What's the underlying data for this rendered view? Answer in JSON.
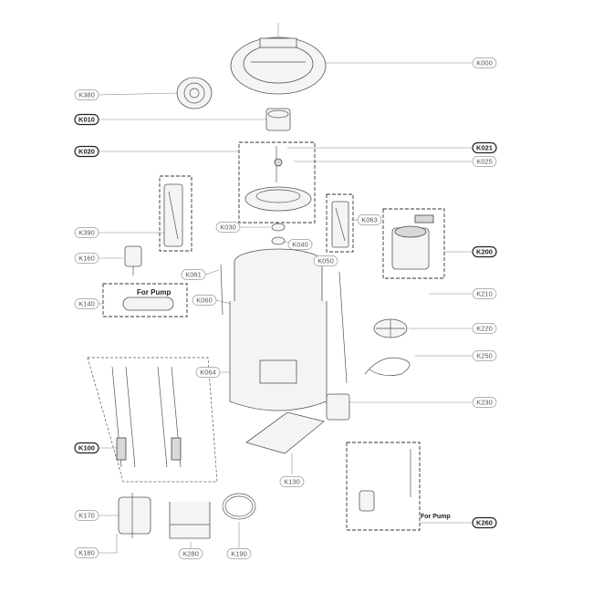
{
  "callouts": [
    {
      "id": "K000",
      "label": "K000",
      "emphasis": false
    },
    {
      "id": "K380",
      "label": "K380",
      "emphasis": false
    },
    {
      "id": "K010",
      "label": "K010",
      "emphasis": true
    },
    {
      "id": "K020",
      "label": "K020",
      "emphasis": true
    },
    {
      "id": "K021",
      "label": "K021",
      "emphasis": true
    },
    {
      "id": "K025",
      "label": "K025",
      "emphasis": false
    },
    {
      "id": "K030",
      "label": "K030",
      "emphasis": false
    },
    {
      "id": "K063",
      "label": "K063",
      "emphasis": false
    },
    {
      "id": "K390",
      "label": "K390",
      "emphasis": false
    },
    {
      "id": "K040",
      "label": "K040",
      "emphasis": false
    },
    {
      "id": "K200",
      "label": "K200",
      "emphasis": true
    },
    {
      "id": "K160",
      "label": "K160",
      "emphasis": false
    },
    {
      "id": "K050",
      "label": "K050",
      "emphasis": false
    },
    {
      "id": "K061",
      "label": "K061",
      "emphasis": false
    },
    {
      "id": "K210",
      "label": "K210",
      "emphasis": false
    },
    {
      "id": "K140",
      "label": "K140",
      "emphasis": false
    },
    {
      "id": "K060",
      "label": "K060",
      "emphasis": false
    },
    {
      "id": "K220",
      "label": "K220",
      "emphasis": false
    },
    {
      "id": "K250",
      "label": "K250",
      "emphasis": false
    },
    {
      "id": "K064",
      "label": "K064",
      "emphasis": false
    },
    {
      "id": "K230",
      "label": "K230",
      "emphasis": false
    },
    {
      "id": "K100",
      "label": "K100",
      "emphasis": true
    },
    {
      "id": "K130",
      "label": "K130",
      "emphasis": false
    },
    {
      "id": "K170",
      "label": "K170",
      "emphasis": false
    },
    {
      "id": "K260",
      "label": "K260",
      "emphasis": true
    },
    {
      "id": "K180",
      "label": "K180",
      "emphasis": false
    },
    {
      "id": "K280",
      "label": "K280",
      "emphasis": false
    },
    {
      "id": "K190",
      "label": "K190",
      "emphasis": false
    }
  ],
  "notes": {
    "pump_note_1": "For Pump",
    "pump_note_2": "For Pump"
  }
}
